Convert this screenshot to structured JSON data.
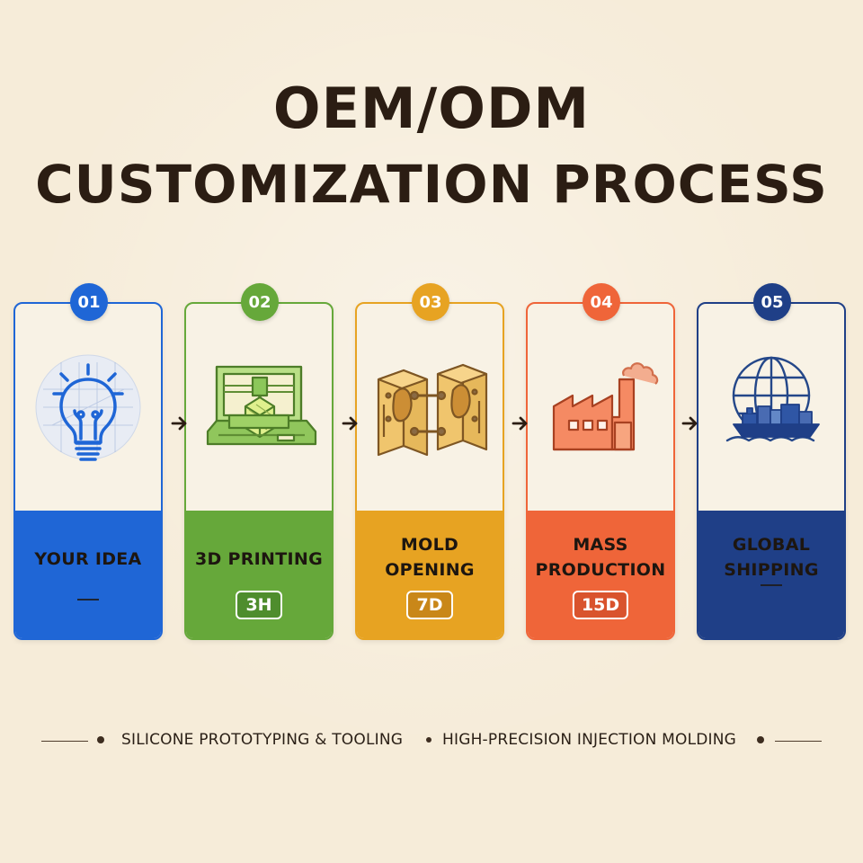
{
  "title": {
    "line1": "OEM/ODM",
    "line2": "CUSTOMIZATION PROCESS"
  },
  "steps": [
    {
      "number": "01",
      "label": "YOUR IDEA",
      "duration": "",
      "color": "#1f66d6",
      "icon": "lightbulb-icon"
    },
    {
      "number": "02",
      "label": "3D PRINTING",
      "duration": "3H",
      "color": "#66a83a",
      "icon": "3d-printer-icon"
    },
    {
      "number": "03",
      "label_line1": "MOLD",
      "label_line2": "OPENING",
      "duration": "7D",
      "color": "#e7a322",
      "icon": "mold-icon"
    },
    {
      "number": "04",
      "label_line1": "MASS",
      "label_line2": "PRODUCTION",
      "duration": "15D",
      "color": "#ef6539",
      "icon": "factory-icon"
    },
    {
      "number": "05",
      "label_line1": "GLOBAL",
      "label_line2": "SHIPPING",
      "duration": "",
      "color": "#1f3f87",
      "icon": "ship-globe-icon"
    }
  ],
  "footer": {
    "item1": "SILICONE PROTOTYPING & TOOLING",
    "item2": "HIGH-PRECISION INJECTION MOLDING"
  },
  "colors": {
    "background": "#f6ecd9",
    "title": "#2b1d13",
    "arrow": "#2b1d13"
  }
}
